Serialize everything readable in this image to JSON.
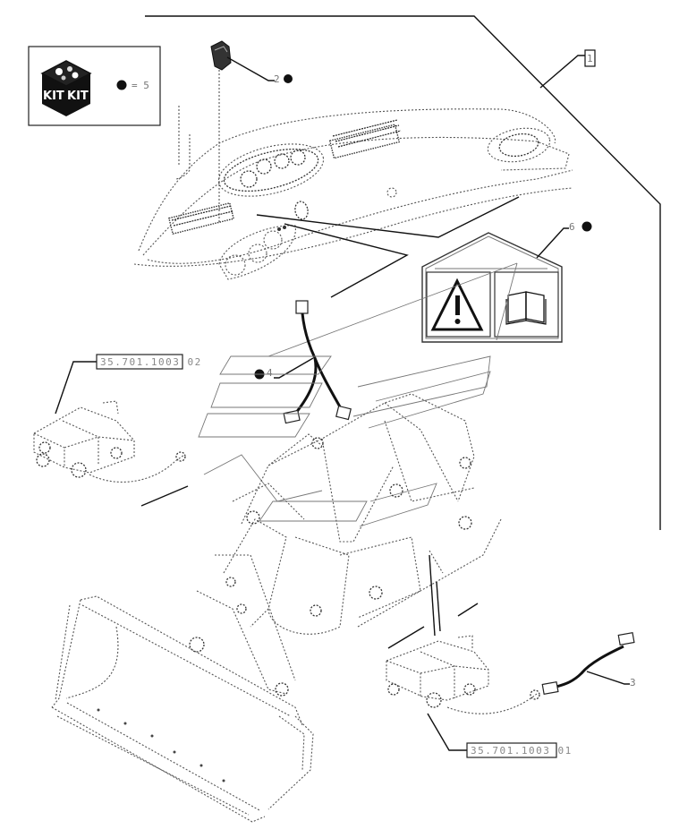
{
  "diagram": {
    "type": "exploded parts diagram",
    "subject": "front loader hydraulic control kit with dashboard, joystick, warning decal, wiring harnesses and valve blocks",
    "legend": {
      "kit_label_left": "KIT",
      "kit_label_right": "KIT",
      "marker_symbol": "filled-circle",
      "marker_text": "= 5"
    },
    "callouts": [
      {
        "id": "1",
        "label": "1",
        "part": "front loader assembly",
        "has_kit_marker": false
      },
      {
        "id": "2",
        "label": "2",
        "part": "joystick / control switch",
        "has_kit_marker": true
      },
      {
        "id": "3",
        "label": "3",
        "part": "wiring harness (valve)",
        "has_kit_marker": false
      },
      {
        "id": "4",
        "label": "4",
        "part": "wiring harness (Y-split)",
        "has_kit_marker": true
      },
      {
        "id": "6",
        "label": "6",
        "part": "warning decal",
        "has_kit_marker": true
      }
    ],
    "references": [
      {
        "id": "ref-02",
        "label": "35.701.1003 02",
        "part": "control valve block (upper)"
      },
      {
        "id": "ref-01",
        "label": "35.701.1003 01",
        "part": "control valve block (lower)"
      }
    ],
    "decal": {
      "left_icon": "warning-triangle-icon",
      "right_icon": "manual-book-icon"
    },
    "colors": {
      "line": "#111111",
      "dotted": "#555555",
      "marker": "#111111",
      "background": "#ffffff"
    }
  }
}
